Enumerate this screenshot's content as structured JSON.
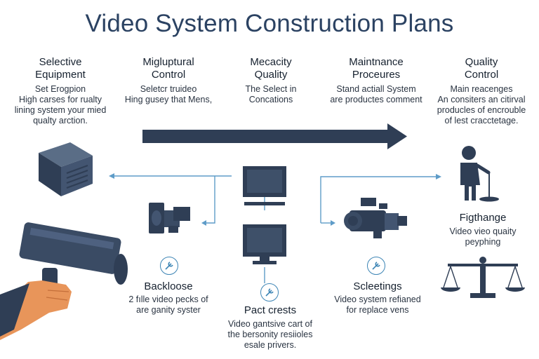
{
  "title": "Video System Construction Plans",
  "columns": [
    {
      "title": "Selective\nEquipment",
      "desc": "Set Erogpion\nHigh carses for rualty\nlining system your mied\nqualty arction."
    },
    {
      "title": "Migluptural\nControl",
      "desc": "Seletcr truideo\nHing gusey that Mens,"
    },
    {
      "title": "Mecacity\nQuality",
      "desc": "The Select in\nConcations"
    },
    {
      "title": "Maintnance\nProceures",
      "desc": "Stand actiall System\nare productes comment"
    },
    {
      "title": "Quality\nControl",
      "desc": "Main reacenges\nAn consiters an citirval\nproducles of encrouble\nof lest cracctetage."
    }
  ],
  "nodes": {
    "backloose": {
      "label": "Backloose",
      "desc": "2 fılle video pecks of\nare ganity syster"
    },
    "pact": {
      "label": "Pact crests",
      "desc": "Video gantsive cart of\nthe bersonity resiioles\nesale privers."
    },
    "scleetings": {
      "label": "Scleetings",
      "desc": "Video system refianed\nfor replace vens"
    },
    "figthange": {
      "label": "Figthange",
      "desc": "Video vieo quaity\npeyphing"
    }
  },
  "colors": {
    "navy": "#2f3e55",
    "accent": "#3d85b5",
    "title": "#2b4262",
    "skin": "#e8955a"
  },
  "icons": [
    "projector-icon",
    "video-camera-icon",
    "film-camera-icon",
    "monitor-icon",
    "person-icon",
    "scale-icon",
    "wrench-icon",
    "hand-icon"
  ]
}
